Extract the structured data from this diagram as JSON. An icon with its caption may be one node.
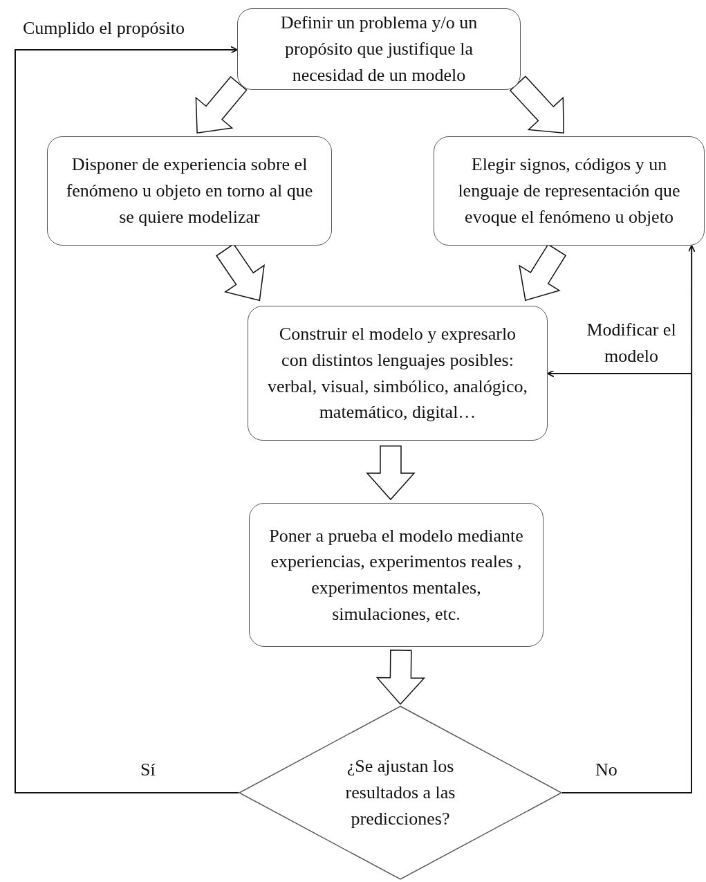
{
  "diagram": {
    "nodes": [
      {
        "text": [
          "Definir un problema y/o un propósito que justifique la necesidad de un modelo"
        ]
      },
      {
        "text": [
          "Disponer de experiencia sobre el fenómeno u objeto en torno al que se quiere modelizar"
        ]
      },
      {
        "text": [
          "Elegir signos, códigos y un lenguaje de representación que evoque el fenómeno u objeto"
        ]
      },
      {
        "text": [
          "Construir el modelo y expresarlo con distintos lenguajes posibles: verbal, visual, simbólico, analógico, matemático, digital…"
        ]
      },
      {
        "text": [
          "Poner a prueba el modelo mediante experiencias, experimentos reales , experimentos mentales, simulaciones, etc."
        ]
      },
      {
        "text": [
          "¿Se ajustan los resultados a las predicciones?"
        ]
      }
    ],
    "edges": [
      {
        "from": 0,
        "to": 1,
        "arrow": "to",
        "style": "thick"
      },
      {
        "from": 0,
        "to": 2,
        "arrow": "to",
        "style": "thick"
      },
      {
        "from": 1,
        "to": 3,
        "arrow": "to",
        "style": "thick"
      },
      {
        "from": 2,
        "to": 3,
        "arrow": "to",
        "style": "thick"
      },
      {
        "from": 3,
        "to": 4,
        "arrow": "to",
        "style": "thick"
      },
      {
        "from": 4,
        "to": 5,
        "arrow": "to",
        "style": "thick"
      },
      {
        "from": 5,
        "to": 0,
        "arrow": "to",
        "label": "Sí"
      },
      {
        "from": 5,
        "to": 2,
        "arrow": "to",
        "label": "No"
      },
      {
        "from": 5,
        "to": 3,
        "arrow": "to",
        "label": "Modificar el modelo"
      }
    ],
    "labels": [
      "Cumplido el propósito"
    ]
  }
}
